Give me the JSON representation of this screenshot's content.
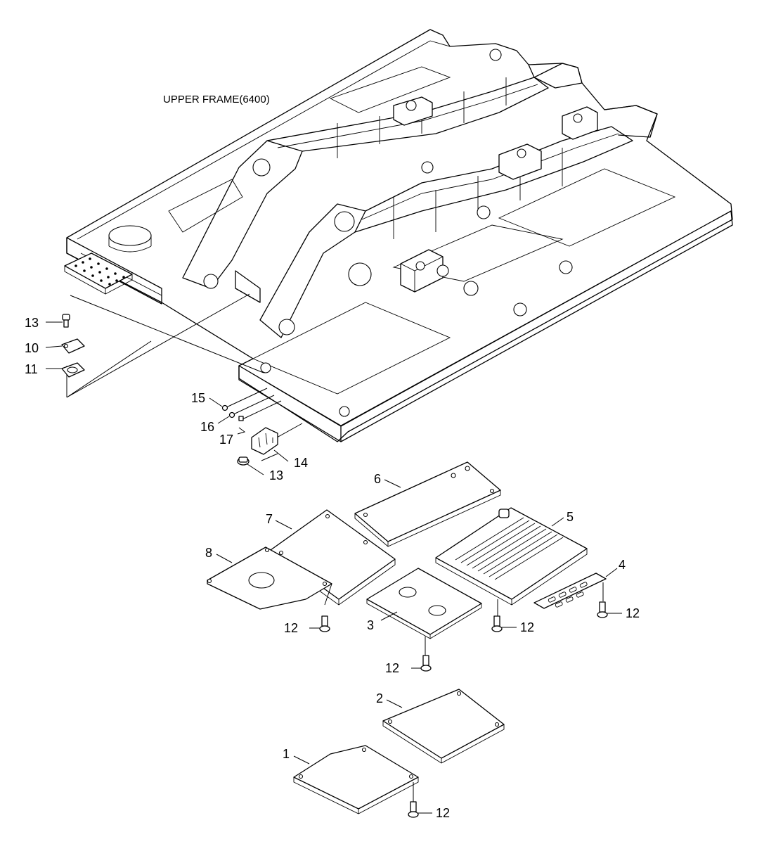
{
  "diagram": {
    "title": "UPPER FRAME(6400)",
    "callouts": {
      "c1": "1",
      "c2": "2",
      "c3": "3",
      "c4": "4",
      "c5": "5",
      "c6": "6",
      "c7": "7",
      "c8": "8",
      "c10": "10",
      "c11": "11",
      "c12a": "12",
      "c12b": "12",
      "c12c": "12",
      "c12d": "12",
      "c12e": "12",
      "c13a": "13",
      "c13b": "13",
      "c14": "14",
      "c15": "15",
      "c16": "16",
      "c17": "17"
    }
  }
}
